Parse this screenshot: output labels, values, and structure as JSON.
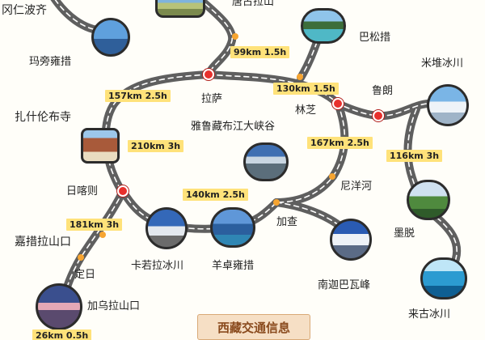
{
  "places": {
    "gangren": "冈仁波齐",
    "tanggula": "唐古拉山",
    "basong": "巴松措",
    "mapang": "玛旁雍措",
    "midui": "米堆冰川",
    "lasa": "拉萨",
    "linzhi": "林芝",
    "lulang": "鲁朗",
    "zhashi": "扎什伦布寺",
    "yarlung": "雅鲁藏布江大峡谷",
    "rikaze": "日喀则",
    "niyang": "尼洋河",
    "motuo": "墨脱",
    "jiacha": "加查",
    "jiacuo": "嘉措拉山口",
    "kairuo": "卡若拉冰川",
    "yangzhuo": "羊卓雍措",
    "dingri": "定日",
    "nanjiabawa": "南迦巴瓦峰",
    "jiawula": "加乌拉山口",
    "laigu": "来古冰川"
  },
  "distances": {
    "d1": "99km 1.5h",
    "d2": "157km 2.5h",
    "d3": "130km 1.5h",
    "d4": "210km 3h",
    "d5": "167km 2.5h",
    "d6": "116km 3h",
    "d7": "140km 2.5h",
    "d8": "181km 3h",
    "d9": "26km 0.5h"
  },
  "footer_title": "西藏交通信息",
  "colors": {
    "road": "#5f5f5f",
    "road_dash": "#ffffff",
    "node": "#e8302c",
    "dot": "#f7a531",
    "tag": "#ffe27a",
    "footer_bg": "#f6dfc5",
    "footer_text": "#8a4b1e"
  },
  "icons": [
    "mountain-photo",
    "lake-photo",
    "monastery-photo",
    "glacier-photo",
    "village-photo",
    "map-node-marker"
  ]
}
